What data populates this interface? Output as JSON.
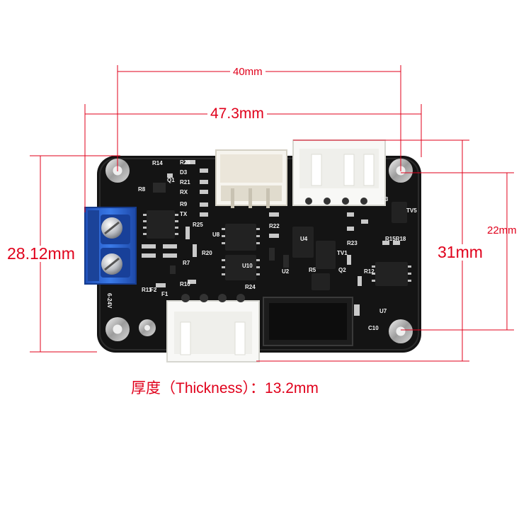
{
  "dimensions": {
    "inner_width": "40mm",
    "outer_width": "47.3mm",
    "left_height": "28.12mm",
    "outer_height": "31mm",
    "inner_height": "22mm",
    "thickness": "厚度（Thickness）：13.2mm"
  },
  "board_labels": {
    "voltage": "6-24V",
    "r14": "R14",
    "r26": "R26",
    "d3": "D3",
    "r21": "R21",
    "rx": "RX",
    "r9": "R9",
    "tx": "TX",
    "q1": "Q1",
    "r8": "R8",
    "r25": "R25",
    "u8": "U8",
    "u10": "U10",
    "r22": "R22",
    "r23": "R23",
    "r20": "R20",
    "r7": "R7",
    "r24": "R24",
    "r10": "R10",
    "r11": "R11",
    "f1": "F1",
    "f2": "F2",
    "r5": "R5",
    "q2": "Q2",
    "u2": "U2",
    "tv1": "TV1",
    "tv5": "TV5",
    "r15r18": "R15R18",
    "u7": "U7",
    "r12": "R12",
    "c10": "C10",
    "u4": "U4",
    "r3": "R3"
  },
  "colors": {
    "dimension": "#e0001b",
    "pcb": "#141414",
    "terminal": "#2a63d6",
    "connector": "#f4f4f1"
  }
}
